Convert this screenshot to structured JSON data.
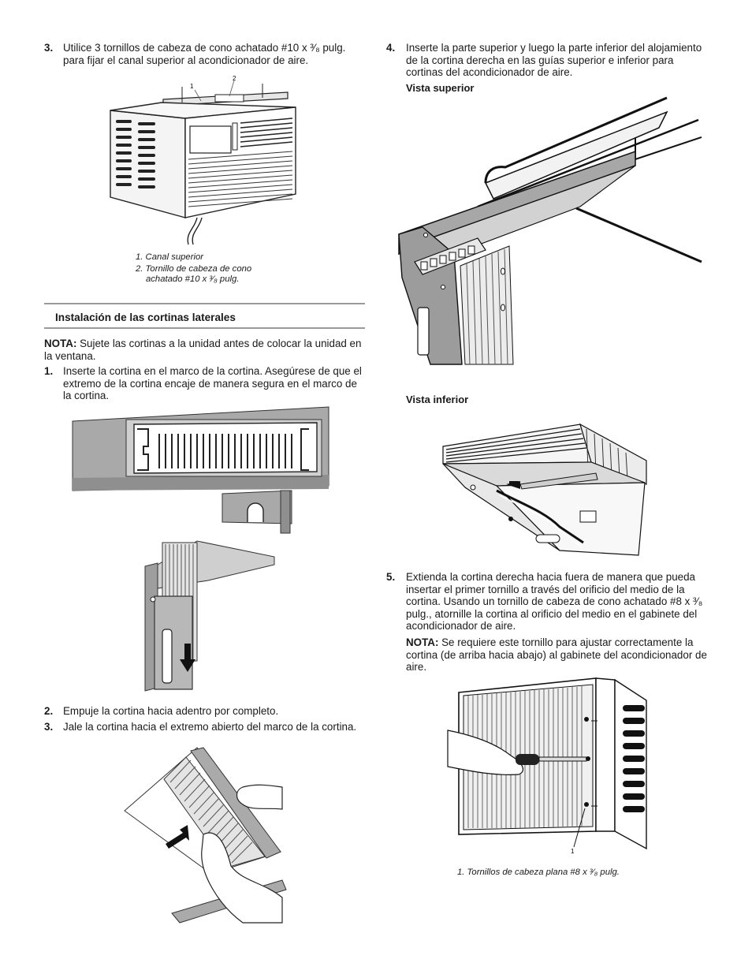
{
  "left": {
    "step3": {
      "number": "3.",
      "text": "Utilice 3 tornillos de cabeza de cono achatado #10 x ³⁄₈ pulg. para fijar el canal superior al acondicionador de aire."
    },
    "figure1": {
      "callout1": "1",
      "callout2": "2",
      "caption1": "1. Canal superior",
      "caption2a": "2. Tornillo de cabeza de cono",
      "caption2b": "achatado #10 x ³⁄₈ pulg."
    },
    "section_heading": "Instalación de las cortinas laterales",
    "note": {
      "label": "NOTA:",
      "text": " Sujete las cortinas a la unidad antes de colocar la unidad en la ventana."
    },
    "step1": {
      "number": "1.",
      "text": "Inserte la cortina en el marco de la cortina. Asegúrese de que el extremo de la cortina encaje de manera segura en el marco de la cortina."
    },
    "step2": {
      "number": "2.",
      "text": "Empuje la cortina hacia adentro por completo."
    },
    "step3b": {
      "number": "3.",
      "text": "Jale la cortina hacia el extremo abierto del marco de la cortina."
    }
  },
  "right": {
    "step4": {
      "number": "4.",
      "text": "Inserte la parte superior y luego la parte inferior del alojamiento de la cortina derecha en las guías superior e inferior para cortinas del acondicionador de aire."
    },
    "view_top": "Vista superior",
    "view_bottom": "Vista inferior",
    "step5": {
      "number": "5.",
      "text": "Extienda la cortina derecha hacia fuera de manera que pueda insertar el primer tornillo a través del orificio del medio de la cortina. Usando un tornillo de cabeza de cono achatado #8 x ³⁄₈ pulg., atornille la cortina al orificio del medio en el gabinete del acondicionador de aire."
    },
    "note2": {
      "label": "NOTA:",
      "text": " Se requiere este tornillo para ajustar correctamente la cortina (de arriba hacia abajo) al gabinete del acondicionador de aire."
    },
    "figure5": {
      "callout": "1",
      "caption": "1. Tornillos de cabeza plana #8 x ³⁄₈ pulg."
    }
  }
}
